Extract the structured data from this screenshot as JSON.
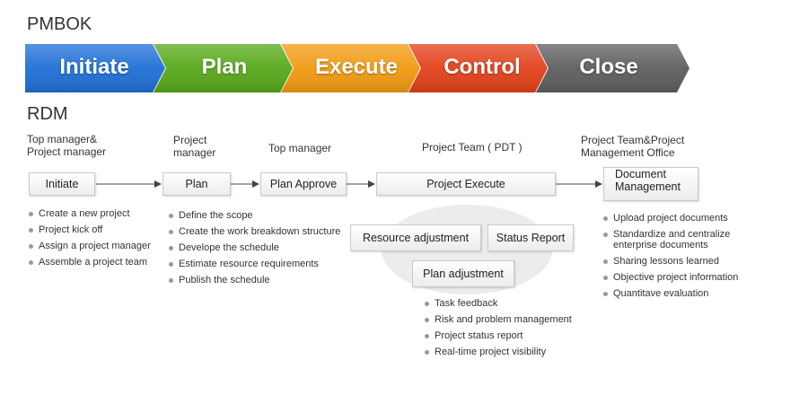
{
  "pmbok": {
    "title": "PMBOK",
    "phases": [
      {
        "label": "Initiate",
        "color": "#1f6fd6"
      },
      {
        "label": "Plan",
        "color": "#58a81a"
      },
      {
        "label": "Execute",
        "color": "#f19a12"
      },
      {
        "label": "Control",
        "color": "#e2401a"
      },
      {
        "label": "Close",
        "color": "#5e5e5e"
      }
    ]
  },
  "rdm": {
    "title": "RDM",
    "roles": {
      "initiate": [
        "Top manager&",
        "Project manager"
      ],
      "plan": [
        "Project",
        "manager"
      ],
      "approve": [
        "Top manager"
      ],
      "execute": [
        "Project Team ( PDT )"
      ],
      "document": [
        "Project Team&Project",
        "Management Office"
      ]
    },
    "boxes": {
      "initiate": "Initiate",
      "plan": "Plan",
      "approve": "Plan Approve",
      "execute": "Project Execute",
      "document": [
        "Document",
        "Management"
      ],
      "resource": "Resource adjustment",
      "status": "Status Report",
      "plan_adjust": "Plan adjustment"
    },
    "bullets": {
      "initiate": [
        "Create a new project",
        "Project kick off",
        "Assign a project manager",
        "Assemble a project team"
      ],
      "plan": [
        "Define the scope",
        "Create the work breakdown structure",
        "Develope the schedule",
        "Estimate resource requirements",
        "Publish the schedule"
      ],
      "execute": [
        "Task feedback",
        "Risk and problem management",
        "Project status report",
        "Real-time project visibility"
      ],
      "document": [
        "Upload project documents",
        "Standardize and centralize enterprise documents",
        "Sharing lessons learned",
        "Objective project information",
        "Quantitave evaluation"
      ]
    }
  }
}
